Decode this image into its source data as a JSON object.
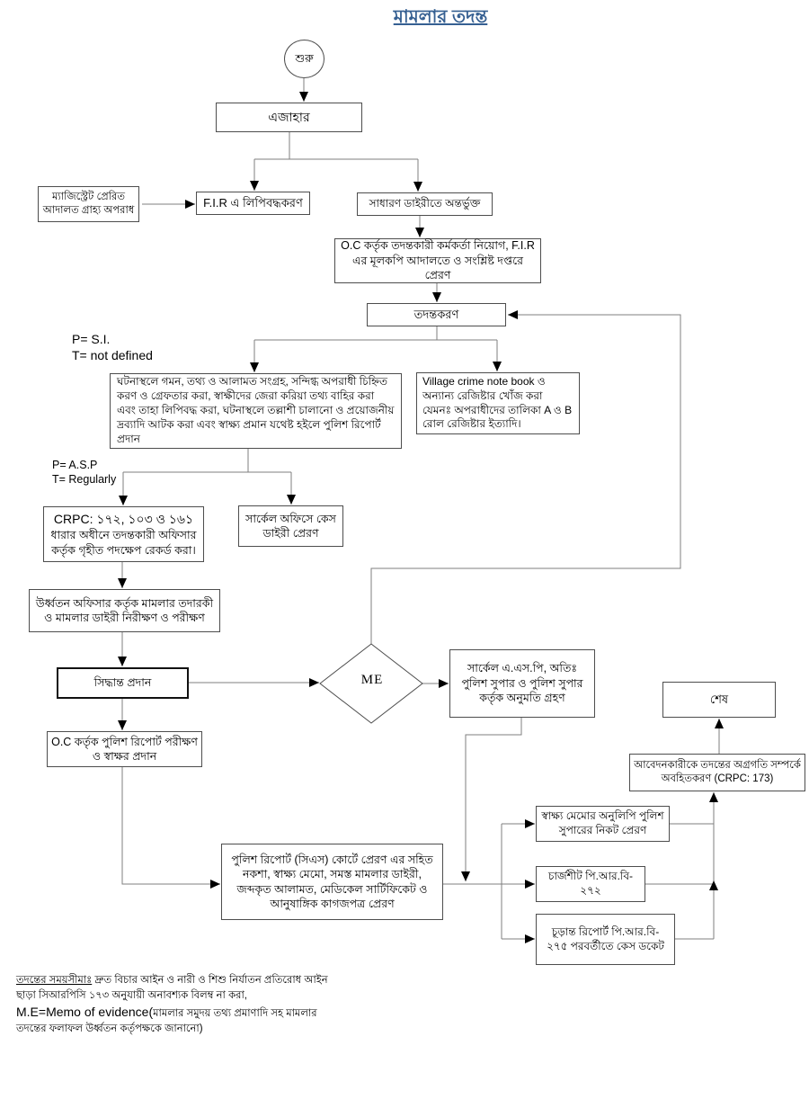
{
  "title": "মামলার তদন্ত",
  "annotations": {
    "p1_line1": "P= S.I.",
    "p1_line2": "T= not defined",
    "p2_line1": "P= A.S.P",
    "p2_line2": "T= Regularly"
  },
  "nodes": {
    "start": "শুরু",
    "ejahar": "এজাহার",
    "magistrate": "ম্যাজিস্ট্রেট প্রেরিত আদালত গ্রাহ্য অপরাধ",
    "fir": "F.I.R এ লিপিবদ্ধকরণ",
    "gd": "সাধারণ ডাইরীতে অন্তর্ভুক্ত",
    "oc_assign": "O.C কর্তৃক তদন্তকারী কর্মকর্তা নিয়োগ, F.I.R এর মূলকপি আদালতে ও সংশ্লিষ্ট দপ্তরে প্রেরণ",
    "investigation": "তদন্তকরণ",
    "crime_scene": "ঘটনাস্থলে গমন, তথ্য ও আলামত সংগ্রহ, সন্দিগ্ধ অপরাধী চিহ্নিত করণ ও গ্রেফতার করা, স্বাক্ষীদের জেরা করিয়া তথ্য বাহির করা এবং তাহা লিপিবদ্ধ করা, ঘটনাস্থলে তল্লাশী চালানো ও প্রয়োজনীয় দ্রব্যাদি আটক করা এবং স্বাক্ষ্য প্রমান যথেষ্ট হইলে পুলিশ রিপোর্ট প্রদান",
    "village": "Village crime note book ও অন্যান্য রেজিষ্টার খোঁজ করা যেমনঃ অপরাধীদের তালিকা A ও B রোল রেজিষ্টার ইত্যাদি।",
    "crpc_line1": "CRPC: ১৭২, ১০৩ ও ১৬১",
    "crpc_rest": "ধারার অধীনে তদন্তকারী অফিসার কর্তৃক গৃহীত পদক্ষেপ রেকর্ড করা।",
    "circle_office": "সার্কেল অফিসে কেস ডাইরী প্রেরণ",
    "supervision": "উর্ধ্বতন অফিসার কর্তৃক মামলার তদারকী ও মামলার ডাইরী নিরীক্ষণ ও পরীক্ষণ",
    "decision": "সিদ্ধান্ত প্রদান",
    "me": "ME",
    "approval": "সার্কেল এ.এস.পি, অতিঃ পুলিশ সুপার ও পুলিশ সুপার কর্তৃক অনুমতি গ্রহণ",
    "end": "শেষ",
    "oc_report": "O.C কর্তৃক পুলিশ রিপোর্ট পরীক্ষণ ও স্বাক্ষর প্রদান",
    "inform": "আবেদনকারীকে তদন্তের অগ্রগতি সম্পর্কে অবহিতকরণ (CRPC: 173)",
    "cs_report": "পুলিশ রিপোর্ট (সিএস) কোর্টে প্রেরণ এর সহিত নকশা, স্বাক্ষ্য মেমো, সমস্ত মামলার ডাইরী, জব্দকৃত আলামত, মেডিকেল সার্টিফিকেট ও আনুষাঙ্গিক কাগজপত্র প্রেরণ",
    "memo": "স্বাক্ষ্য মেমোর অনুলিপি পুলিশ সুপারের নিকট প্রেরণ",
    "chargesheet": "চার্জশীট পি.আর.বি- ২৭২",
    "final_report": "চূড়ান্ত রিপোর্ট পি.আর.বি- ২৭৫ পরবর্তীতে কেস ডকেট"
  },
  "footer": {
    "heading": "তদন্তের সময়সীমাঃ",
    "line1_rest": " দ্রুত বিচার আইন ও নারী ও শিশু নির্যাতন প্রতিরোধ আইন",
    "line2": "ছাড়া সিআরপিসি ১৭৩ অনুযায়ী অনাবশ্যক বিলম্ব না করা,",
    "line3_latin": "M.E=Memo of evidence(",
    "line3_bn": "মামলার সমুদয় তথ্য প্রমাণাদি সহ মামলার",
    "line4": "তদন্তের ফলাফল উর্ধ্বতন কর্তৃপক্ষকে জানানো)"
  },
  "colors": {
    "title_blue": "#366092",
    "line_gray": "#7f7f7f",
    "border_gray": "#4d4d4d",
    "arrow_black": "#000000",
    "background": "#ffffff"
  }
}
